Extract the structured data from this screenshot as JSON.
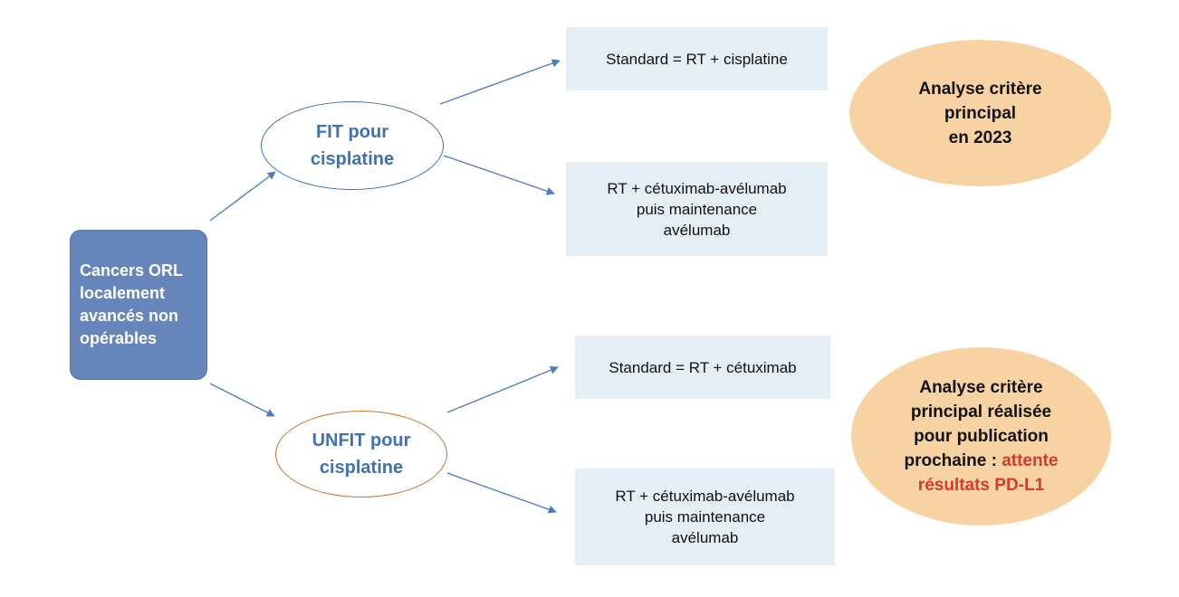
{
  "colors": {
    "root_fill": "#6585bb",
    "fit_border": "#3b6fb0",
    "unfit_border": "#c8732a",
    "ellipse_text": "#3f72b0",
    "box_fill": "#e6eef5",
    "note_fill": "#f7d3a3",
    "highlight_red": "#d9382c",
    "arrow": "#4a7cc0"
  },
  "root": {
    "lines": [
      "Cancers ORL",
      "localement",
      "avancés non",
      "opérables"
    ]
  },
  "fit": {
    "lines": [
      "FIT pour",
      "cisplatine"
    ],
    "standard": "Standard = RT + cisplatine",
    "experimental_lines": [
      "RT + cétuximab-avélumab",
      "puis maintenance",
      "avélumab"
    ],
    "note_lines": [
      "Analyse critère",
      "principal",
      "en 2023"
    ]
  },
  "unfit": {
    "lines": [
      "UNFIT pour",
      "cisplatine"
    ],
    "standard": "Standard = RT + cétuximab",
    "experimental_lines": [
      "RT + cétuximab-avélumab",
      "puis maintenance",
      "avélumab"
    ],
    "note_lines": [
      "Analyse critère",
      "principal réalisée",
      "pour publication"
    ],
    "note_line4": "prochaine : ",
    "note_highlight_1": "attente",
    "note_highlight_2": "résultats PD-L1"
  }
}
